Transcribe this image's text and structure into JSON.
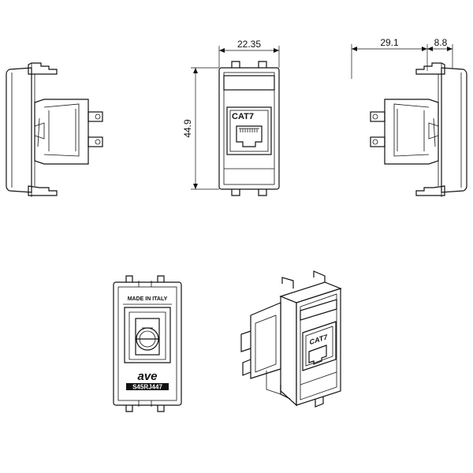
{
  "dimensions": {
    "front_width": "22.35",
    "height": "44.9",
    "side_depth": "29.1",
    "side_flange": "8.8"
  },
  "labels": {
    "front_socket": "CAT7",
    "iso_socket": "CAT7",
    "rear_made_in": "MADE IN ITALY",
    "rear_brand": "ave",
    "rear_code": "S45RJ447"
  },
  "colors": {
    "line": "#111111",
    "background": "#ffffff"
  }
}
